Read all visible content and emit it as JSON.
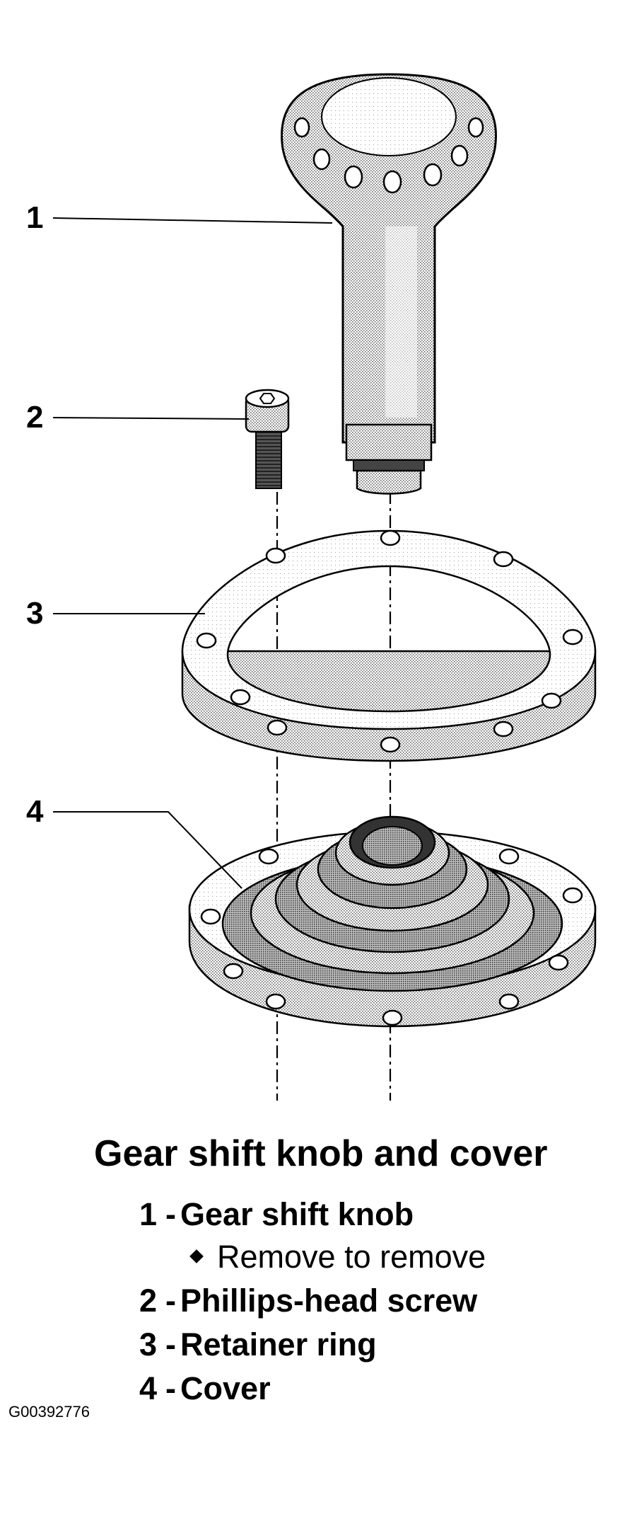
{
  "callouts": [
    "1",
    "2",
    "3",
    "4"
  ],
  "caption": {
    "title": "Gear shift knob and cover",
    "items": [
      {
        "number": "1",
        "label": "Gear shift knob",
        "note": "Remove to remove"
      },
      {
        "number": "2",
        "label": "Phillips-head screw"
      },
      {
        "number": "3",
        "label": "Retainer ring"
      },
      {
        "number": "4",
        "label": "Cover"
      }
    ]
  },
  "figure_id": "G00392776"
}
